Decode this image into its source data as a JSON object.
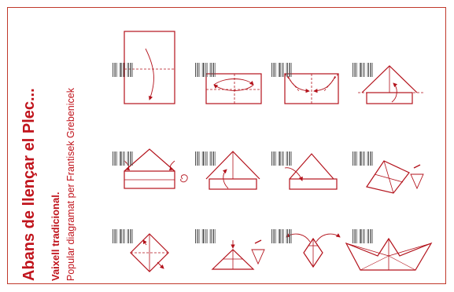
{
  "title": "Abans de llençar el Plec...",
  "subtitle": "Vaixell tradicional.",
  "credit": "Popular diagramat per Frantisek Grebenicek",
  "colors": {
    "accent": "#c0141c",
    "frame": "#c0392b",
    "line": "#b3121b",
    "barcode": "#555555"
  },
  "steps": [
    {
      "row": 1,
      "col": 0,
      "icon": "paper-rectangle-fold-down-icon"
    },
    {
      "row": 1,
      "col": 1,
      "icon": "fold-sides-to-center-icon"
    },
    {
      "row": 1,
      "col": 2,
      "icon": "fold-corners-down-icon"
    },
    {
      "row": 1,
      "col": 3,
      "icon": "fold-brim-up-icon"
    },
    {
      "row": 2,
      "col": 1,
      "icon": "hat-shape-turn-over-icon"
    },
    {
      "row": 2,
      "col": 2,
      "icon": "hat-fold-brim-icon"
    },
    {
      "row": 2,
      "col": 3,
      "icon": "hat-tuck-corner-icon"
    },
    {
      "row": 2,
      "col": 4,
      "icon": "hat-open-3d-icon"
    },
    {
      "row": 3,
      "col": 1,
      "icon": "square-open-pull-icon"
    },
    {
      "row": 3,
      "col": 2,
      "icon": "small-triangle-fold-icon"
    },
    {
      "row": 3,
      "col": 3,
      "icon": "pull-apart-icon"
    },
    {
      "row": 3,
      "col": 4,
      "icon": "finished-boat-icon"
    }
  ]
}
